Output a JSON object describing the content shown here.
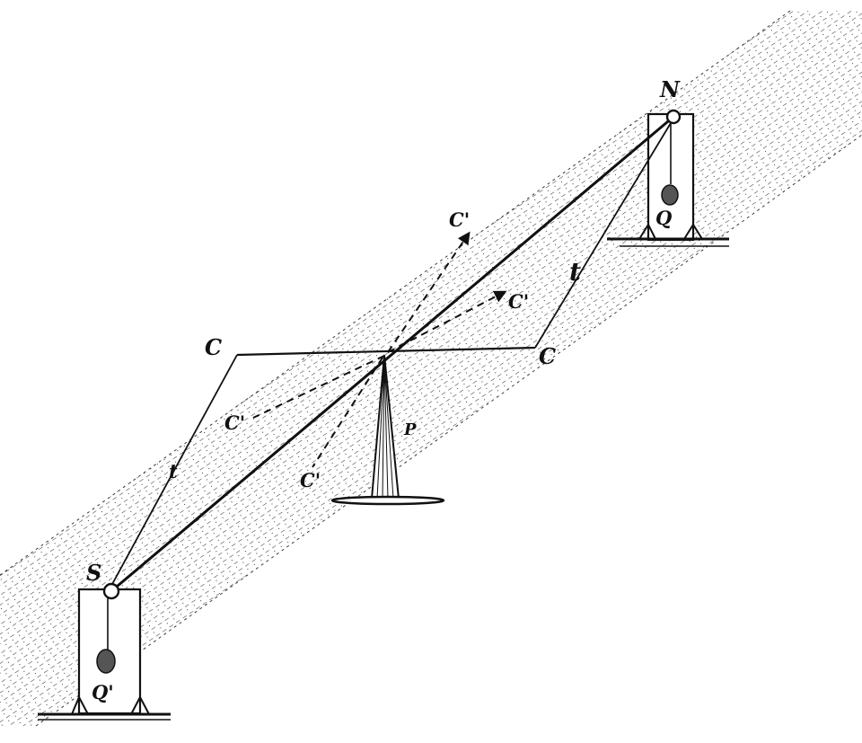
{
  "labels": {
    "N": "N",
    "S": "S",
    "Q": "Q",
    "Q_prime": "Q'",
    "C_left": "C",
    "C_right": "C",
    "C_upper": "C'",
    "C_right_mid": "C'",
    "C_left_mid": "C'",
    "C_lower": "C'",
    "t_left": "t",
    "t_right": "t",
    "P": "P"
  },
  "colors": {
    "ink": "#111111",
    "hatch": "#3a3a3a",
    "paper": "#ffffff"
  }
}
